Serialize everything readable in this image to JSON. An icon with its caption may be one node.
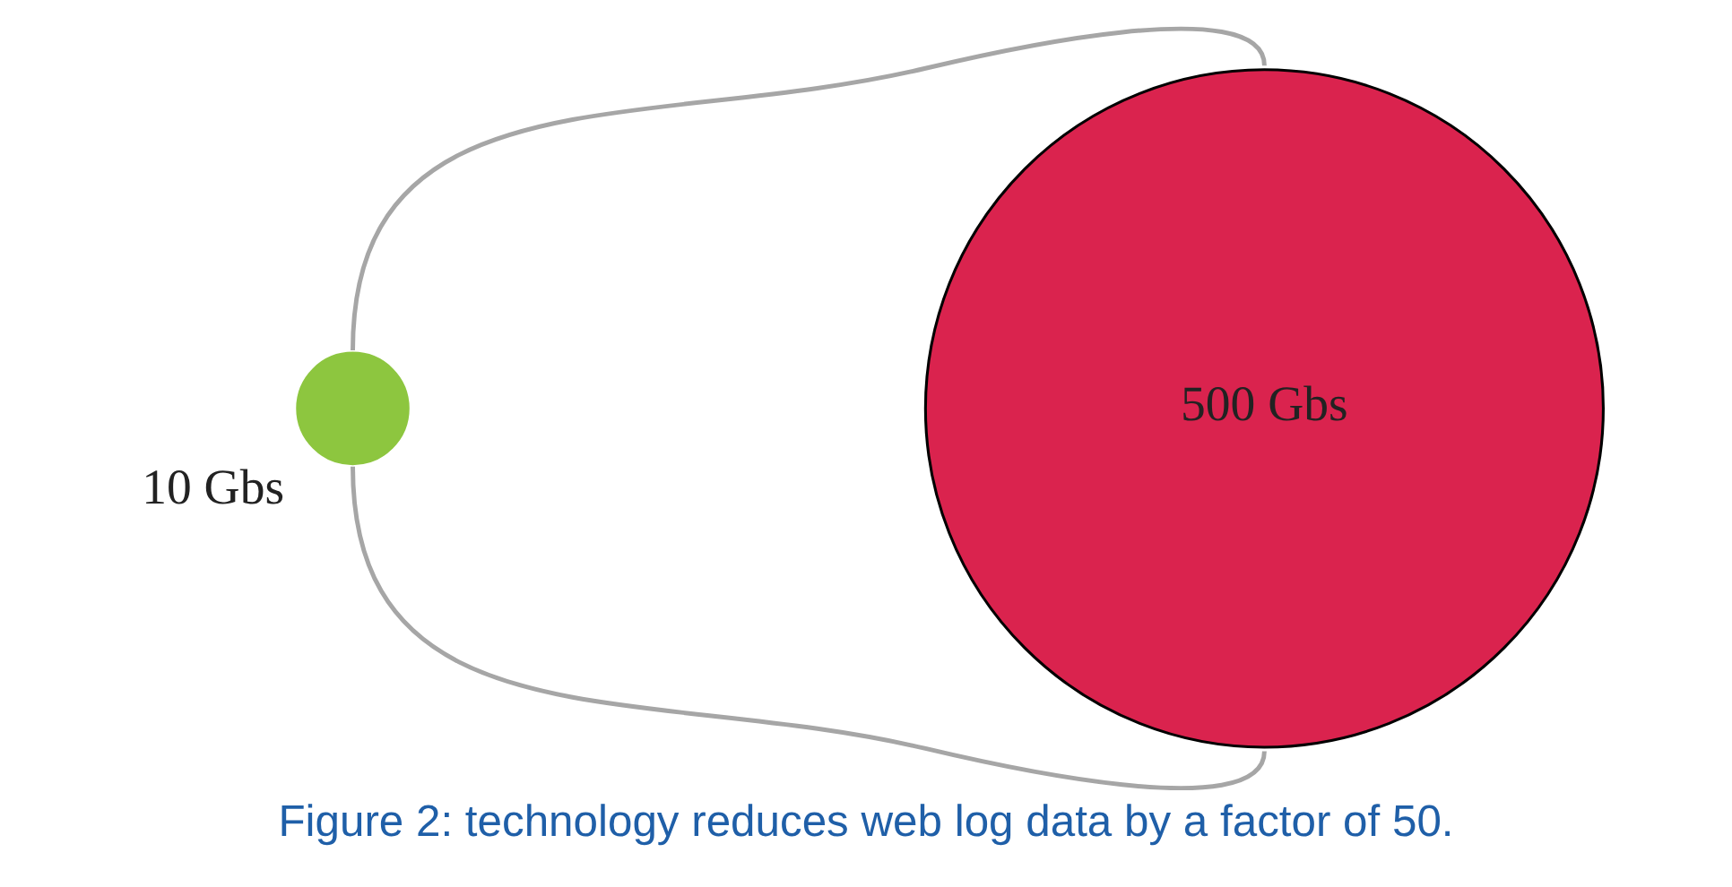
{
  "diagram": {
    "caption": "Figure 2: technology reduces web log data by a factor of 50.",
    "nodes": [
      {
        "text": [],
        "shape": "circle",
        "beside": [
          "10 Gbs"
        ]
      },
      {
        "text": [
          "500 Gbs"
        ]
      }
    ],
    "edges": [
      {
        "from": 0,
        "to": 1,
        "arrow": "none"
      },
      {
        "from": 0,
        "to": 1,
        "arrow": "none"
      }
    ]
  }
}
